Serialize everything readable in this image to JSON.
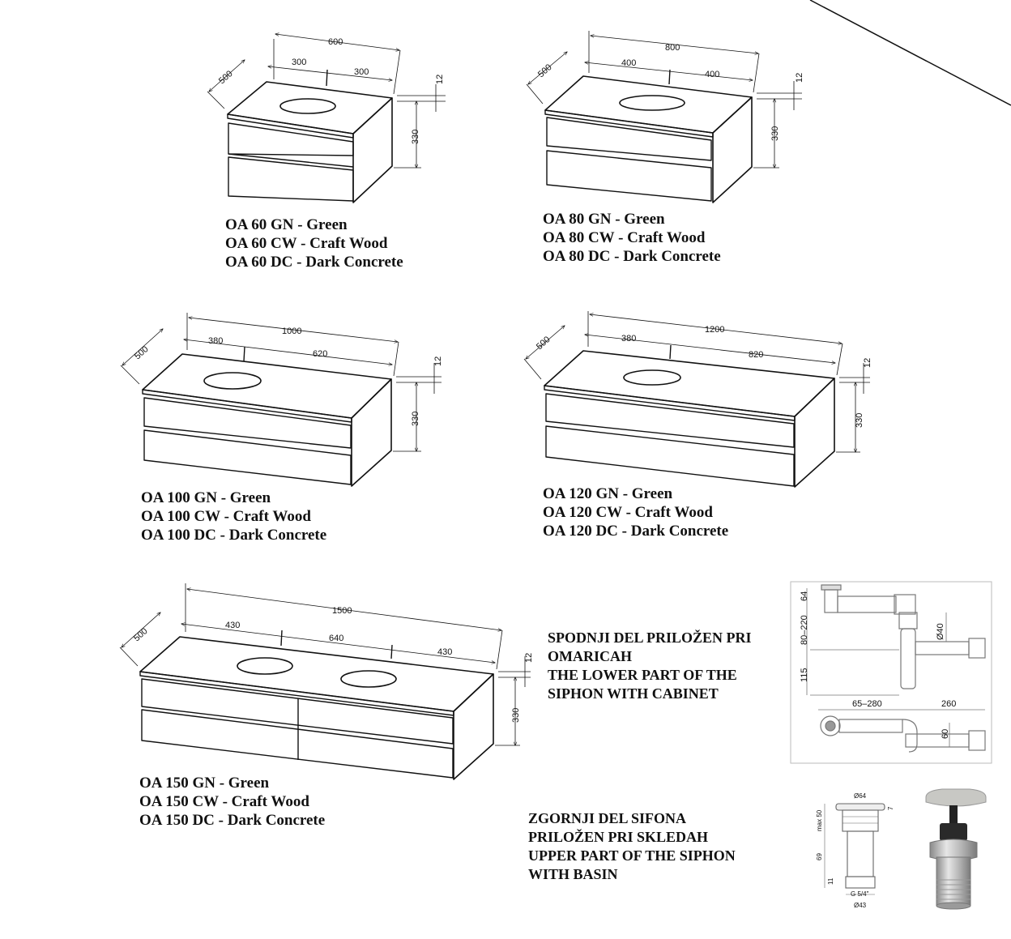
{
  "cabinets": [
    {
      "dims": {
        "width": "600",
        "depth": "500",
        "splits": [
          "300",
          "300"
        ],
        "top": "12",
        "height": "330"
      },
      "labels": [
        "OA 60 GN - Green",
        "OA 60 CW - Craft Wood",
        "OA 60 DC - Dark Concrete"
      ]
    },
    {
      "dims": {
        "width": "800",
        "depth": "500",
        "splits": [
          "400",
          "400"
        ],
        "top": "12",
        "height": "330"
      },
      "labels": [
        "OA 80 GN - Green",
        "OA 80 CW - Craft Wood",
        "OA 80 DC - Dark Concrete"
      ]
    },
    {
      "dims": {
        "width": "1000",
        "depth": "500",
        "splits": [
          "380",
          "620"
        ],
        "top": "12",
        "height": "330"
      },
      "labels": [
        "OA 100 GN - Green",
        "OA 100 CW - Craft Wood",
        "OA 100 DC - Dark Concrete"
      ]
    },
    {
      "dims": {
        "width": "1200",
        "depth": "500",
        "splits": [
          "380",
          "820"
        ],
        "top": "12",
        "height": "330"
      },
      "labels": [
        "OA 120 GN - Green",
        "OA 120 CW - Craft Wood",
        "OA 120 DC - Dark Concrete"
      ]
    },
    {
      "dims": {
        "width": "1500",
        "depth": "500",
        "splits": [
          "430",
          "640",
          "430"
        ],
        "top": "12",
        "height": "330"
      },
      "labels": [
        "OA 150 GN - Green",
        "OA 150 CW - Craft Wood",
        "OA 150 DC - Dark Concrete"
      ]
    }
  ],
  "lower_siphon": {
    "lines": [
      "SPODNJI DEL PRILOŽEN PRI",
      "OMARICAH",
      "THE LOWER PART OF THE",
      "SIPHON WITH CABINET"
    ],
    "dims": {
      "top": "64",
      "range": "80–220",
      "dia": "Ø40",
      "bottom": "115",
      "reach": "65–280",
      "outlet": "260",
      "offset": "60"
    }
  },
  "upper_siphon": {
    "lines": [
      "ZGORNJI DEL SIFONA",
      "PRILOŽEN PRI SKLEDAH",
      "UPPER PART OF THE SIPHON",
      "WITH BASIN"
    ],
    "dims": {
      "cap": "Ø64",
      "cap_h": "7",
      "max": "max 50",
      "body": "69",
      "thread": "11",
      "thread_name": "G 5/4\"",
      "bottom": "Ø43"
    }
  }
}
